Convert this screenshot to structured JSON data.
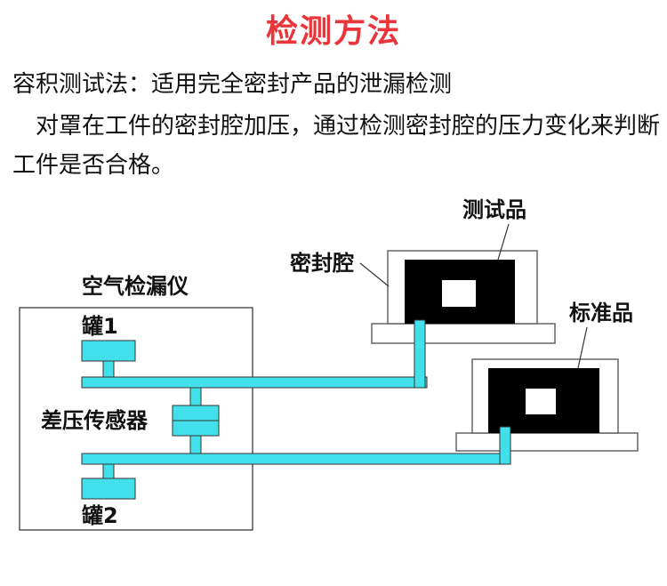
{
  "title": "检测方法",
  "method_line": "容积测试法：适用完全密封产品的泄漏检测",
  "description": "对罩在工件的密封腔加压，通过检测密封腔的压力变化来判断工件是否合格。",
  "diagram": {
    "leak_tester": "空气检漏仪",
    "tank1": "罐1",
    "tank2": "罐2",
    "diff_sensor": "差压传感器",
    "sealed_chamber": "密封腔",
    "test_product": "测试品",
    "standard_product": "标准品"
  },
  "colors": {
    "title": "#e8363a",
    "pipe": "#41e0ea",
    "product": "#000000"
  }
}
